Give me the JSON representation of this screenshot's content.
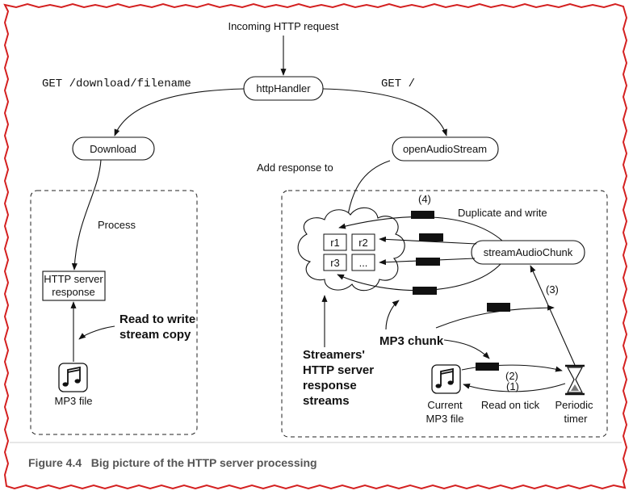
{
  "nodes": {
    "incoming": "Incoming HTTP request",
    "http_handler": "httpHandler",
    "download": "Download",
    "open_audio_stream": "openAudioStream",
    "stream_audio_chunk": "streamAudioChunk",
    "http_server_response_line1": "HTTP server",
    "http_server_response_line2": "response"
  },
  "routes": {
    "get_download": "GET /download/filename",
    "get_root": "GET /"
  },
  "labels": {
    "add_response_to": "Add response to",
    "process": "Process",
    "duplicate_and_write": "Duplicate and write",
    "read_to_write_line1": "Read to write",
    "read_to_write_line2": "stream copy",
    "mp3_chunk": "MP3 chunk",
    "mp3_file": "MP3 file",
    "current_mp3_line1": "Current",
    "current_mp3_line2": "MP3 file",
    "read_on_tick": "Read on tick",
    "periodic_line1": "Periodic",
    "periodic_line2": "timer",
    "streamers_line1": "Streamers'",
    "streamers_line2": "HTTP server",
    "streamers_line3": "response",
    "streamers_line4": "streams",
    "step1": "(1)",
    "step2": "(2)",
    "step3": "(3)",
    "step4": "(4)"
  },
  "streams": [
    "r1",
    "r2",
    "r3",
    "..."
  ],
  "icons": {
    "music_file": "music-note-icon",
    "timer": "hourglass-icon"
  },
  "caption": "Figure 4.4   Big picture of the HTTP server processing",
  "colors": {
    "frame_edge": "#d42020",
    "caption": "#555555",
    "ink": "#111111"
  }
}
